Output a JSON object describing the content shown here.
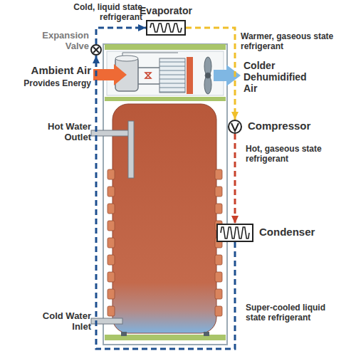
{
  "diagram": {
    "nodes": [
      {
        "text": [
          "Evaporator"
        ]
      },
      {
        "text": [
          "Expansion Valve"
        ]
      },
      {
        "text": [
          "Compressor"
        ]
      },
      {
        "text": [
          "Condenser"
        ]
      }
    ],
    "edges": [
      {
        "from": 1,
        "to": 0,
        "arrow": "to",
        "label": "Cold, liquid state refrigerant"
      },
      {
        "from": 0,
        "to": 2,
        "arrow": "to",
        "label": "Warmer, gaseous state refrigerant"
      },
      {
        "from": 2,
        "to": 3,
        "arrow": "to",
        "label": "Hot, gaseous state refrigerant"
      },
      {
        "from": 3,
        "to": 1,
        "arrow": "to",
        "label": "Super-cooled liquid state refrigerant"
      }
    ],
    "labels": [
      "Ambient Air",
      "Provides Energy",
      "Colder Dehumidified Air",
      "Hot Water Outlet",
      "Cold Water Inlet"
    ]
  }
}
